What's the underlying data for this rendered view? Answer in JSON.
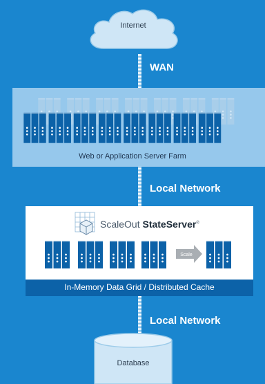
{
  "nodes": {
    "internet": "Internet",
    "server_farm": "Web or Application Server Farm",
    "data_grid": "In-Memory Data Grid / Distributed Cache",
    "database": "Database"
  },
  "links": {
    "wan": "WAN",
    "local_network_1": "Local Network",
    "local_network_2": "Local Network"
  },
  "brand": {
    "name_part1": "ScaleOut ",
    "name_part2": "StateServer",
    "registered": "®"
  },
  "scale_arrow": "Scale",
  "colors": {
    "background": "#1a86cf",
    "farm_panel": "#96c8ec",
    "server_dark": "#0c62a8",
    "bar": "#0c62a8"
  }
}
